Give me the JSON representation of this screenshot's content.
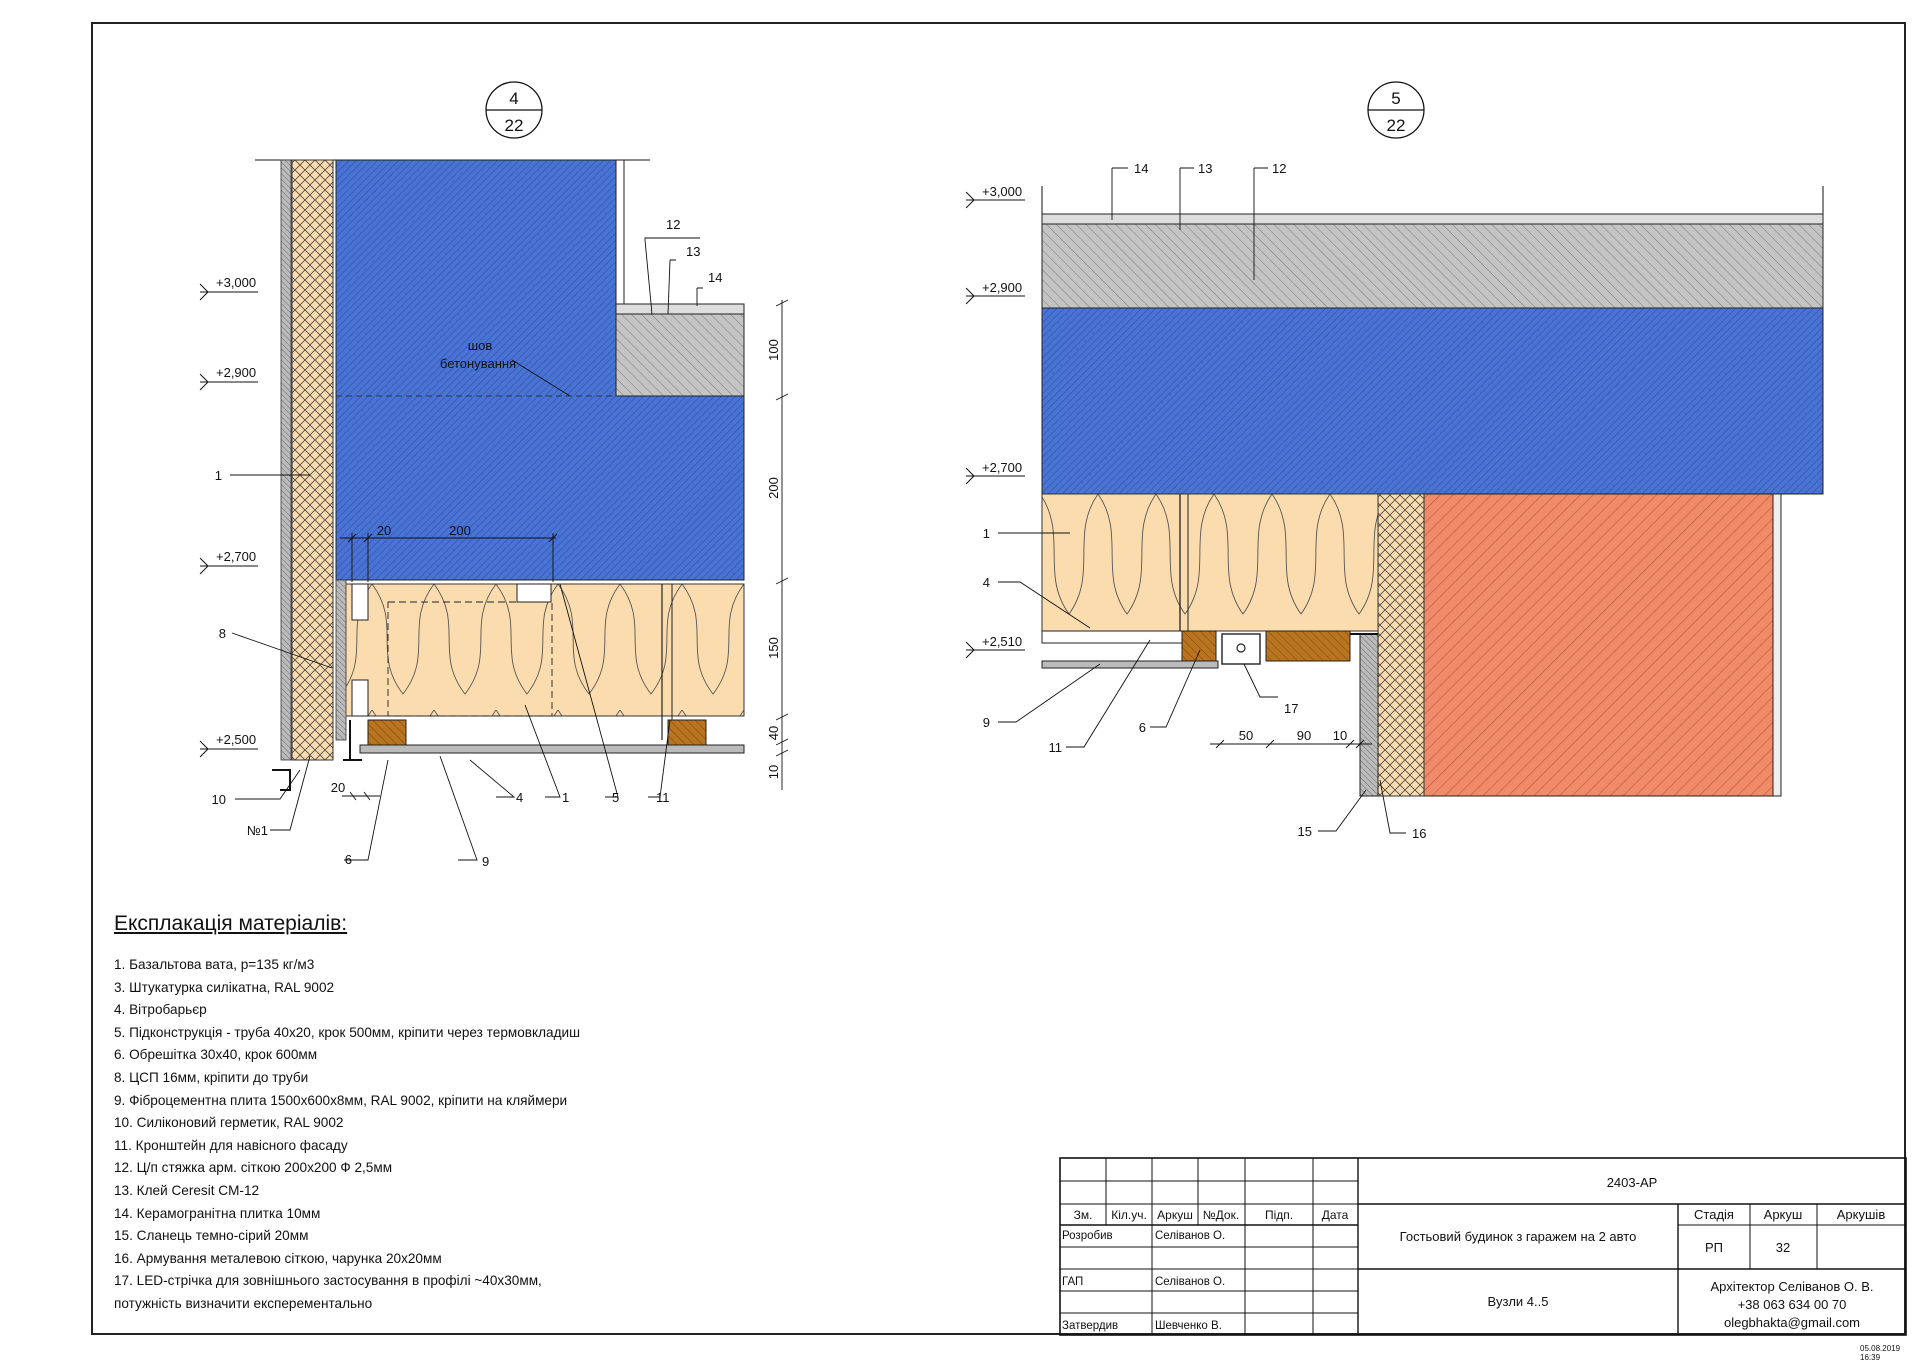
{
  "details": [
    {
      "id": "detail-4",
      "num": "4",
      "sheet": "22"
    },
    {
      "id": "detail-5",
      "num": "5",
      "sheet": "22"
    }
  ],
  "levels_left": [
    "+3,000",
    "+2,900",
    "+2,700",
    "+2,500"
  ],
  "levels_right": [
    "+3,000",
    "+2,900",
    "+2,700",
    "+2,510"
  ],
  "left_callouts": {
    "c12": "12",
    "c13": "13",
    "c14": "14",
    "c1": "1",
    "c8": "8",
    "c10": "10",
    "no1": "№1",
    "c6": "6",
    "c9": "9",
    "c4": "4",
    "c1b": "1",
    "c5": "5",
    "c11": "11"
  },
  "left_note": {
    "line1": "шов",
    "line2": "бетонування"
  },
  "left_dims": {
    "d20a": "20",
    "d200": "200",
    "d20b": "20",
    "v100": "100",
    "v200": "200",
    "v150": "150",
    "v40": "40",
    "v10": "10"
  },
  "right_callouts": {
    "c14": "14",
    "c13": "13",
    "c12": "12",
    "c1": "1",
    "c4": "4",
    "c9": "9",
    "c11": "11",
    "c6": "6",
    "c17": "17",
    "c15": "15",
    "c16": "16"
  },
  "right_dims": {
    "d50": "50",
    "d90": "90",
    "d10": "10"
  },
  "legend": {
    "title": "Експлакація матеріалів:",
    "items": [
      "1. Базальтова вата, p=135 кг/м3",
      "3. Штукатурка силікатна, RAL 9002",
      "4. Вітробарьєр",
      "5. Підконструкція - труба 40х20, крок 500мм, кріпити через термовкладиш",
      "6. Обрешітка 30х40, крок 600мм",
      "8. ЦСП 16мм, кріпити до труби",
      "9. Фіброцементна плита 1500х600х8мм, RAL 9002, кріпити на кляймери",
      "10. Силіконовий герметик, RAL 9002",
      "11. Кронштейн для навісного фасаду",
      "12. Ц/п стяжка арм. сіткою 200х200 Ф 2,5мм",
      "13. Клей Ceresit CM-12",
      "14. Керамогранітна плитка 10мм",
      "15. Сланець темно-сірий 20мм",
      "16. Армування металевою сіткою, чарунка 20х20мм",
      "17. LED-стрічка для зовнішнього застосування в профілі ~40х30мм,\n      потужність визначити експерементально"
    ]
  },
  "title_block": {
    "code": "2403-АР",
    "headers": [
      "Зм.",
      "Кіл.уч.",
      "Аркуш",
      "№Док.",
      "Підп.",
      "Дата"
    ],
    "rows": [
      {
        "role": "Розробив",
        "name": "Селіванов О."
      },
      {
        "role": "ГАП",
        "name": "Селіванов О."
      },
      {
        "role": "Затвердив",
        "name": "Шевченко В."
      }
    ],
    "project": "Гостьовий будинок з гаражем на 2 авто",
    "sheet_title": "Вузли 4..5",
    "stage_label": "Стадія",
    "sheet_label": "Аркуш",
    "sheets_label": "Аркушів",
    "stage": "РП",
    "sheet": "32",
    "author": "Архітектор Селіванов О. В.",
    "phone": "+38 063 634 00 70",
    "email": "olegbhakta@gmail.com"
  },
  "stamp": "05.08.2019 16:39",
  "colors": {
    "concrete_blue": "#4a74d4",
    "insulation": "#fbdcae",
    "timber": "#b8741f",
    "brick": "#f08a68",
    "screed": "#bdbdbd"
  }
}
